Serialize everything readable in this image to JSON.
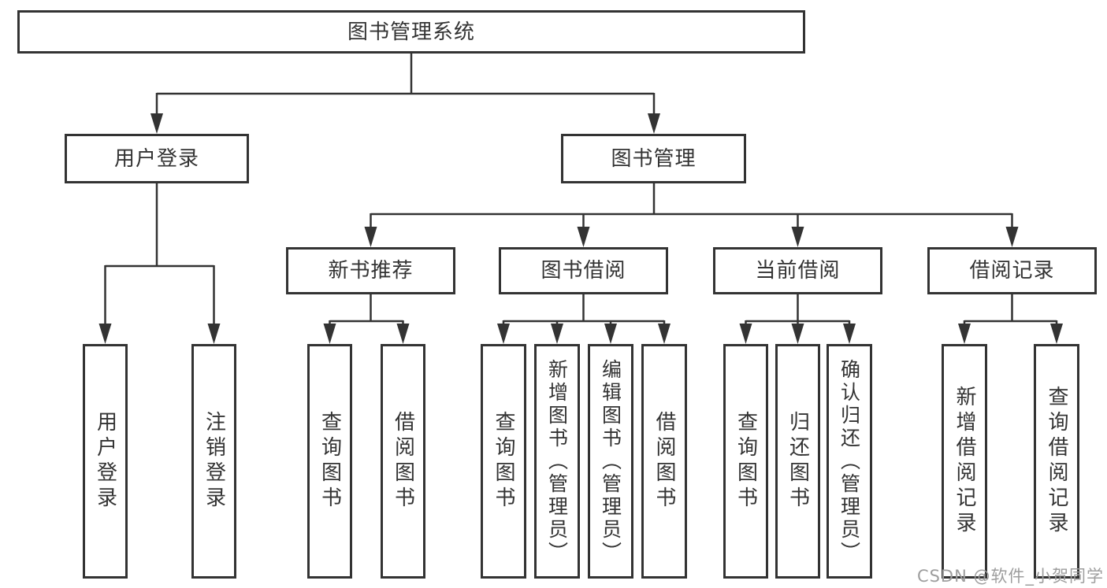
{
  "diagram": {
    "root": {
      "label": "图书管理系统"
    },
    "level2": [
      {
        "label": "用户登录"
      },
      {
        "label": "图书管理"
      }
    ],
    "level3": [
      {
        "label": "新书推荐"
      },
      {
        "label": "图书借阅"
      },
      {
        "label": "当前借阅"
      },
      {
        "label": "借阅记录"
      }
    ],
    "leaves": {
      "user_login": [
        {
          "label": "用户登录"
        },
        {
          "label": "注销登录"
        }
      ],
      "new_book_recommend": [
        {
          "label": "查询图书"
        },
        {
          "label": "借阅图书"
        }
      ],
      "book_borrowing": [
        {
          "label": "查询图书"
        },
        {
          "label": "新增图书（管理员）"
        },
        {
          "label": "编辑图书（管理员）"
        },
        {
          "label": "借阅图书"
        }
      ],
      "current_borrowing": [
        {
          "label": "查询图书"
        },
        {
          "label": "归还图书"
        },
        {
          "label": "确认归还（管理员）"
        }
      ],
      "borrowing_records": [
        {
          "label": "新增借阅记录"
        },
        {
          "label": "查询借阅记录"
        }
      ]
    }
  },
  "watermark": {
    "text": "CSDN @软件_小贺同学"
  },
  "colors": {
    "line": "#333333",
    "box_border": "#333333",
    "text": "#333333",
    "watermark": "#9e9e9e",
    "background": "#ffffff"
  }
}
